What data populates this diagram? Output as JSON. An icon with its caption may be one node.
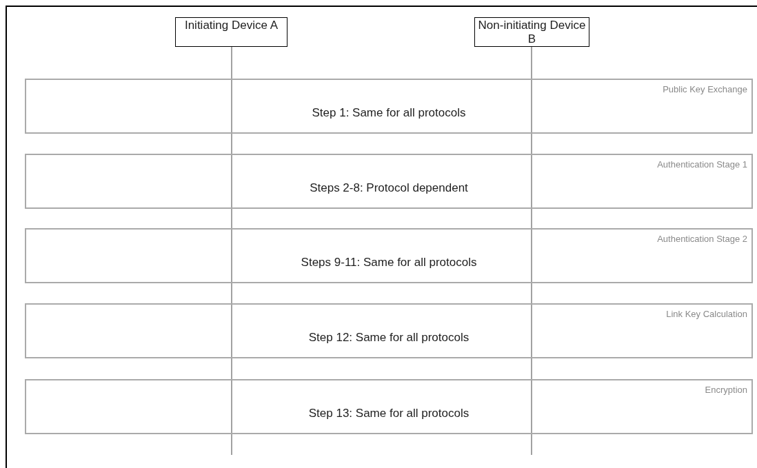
{
  "diagram": {
    "nodes": [
      {
        "text": [
          "Initiating Device A"
        ]
      },
      {
        "text": [
          "Non-initiating Device B"
        ]
      },
      {
        "text": [
          "Public Key Exchange",
          "Step 1: Same for all protocols"
        ]
      },
      {
        "text": [
          "Authentication Stage 1",
          "Steps 2-8: Protocol dependent"
        ]
      },
      {
        "text": [
          "Authentication Stage 2",
          "Steps 9-11: Same for all protocols"
        ]
      },
      {
        "text": [
          "Link Key Calculation",
          "Step 12: Same for all protocols"
        ]
      },
      {
        "text": [
          "Encryption",
          "Step 13: Same for all protocols"
        ]
      }
    ]
  }
}
